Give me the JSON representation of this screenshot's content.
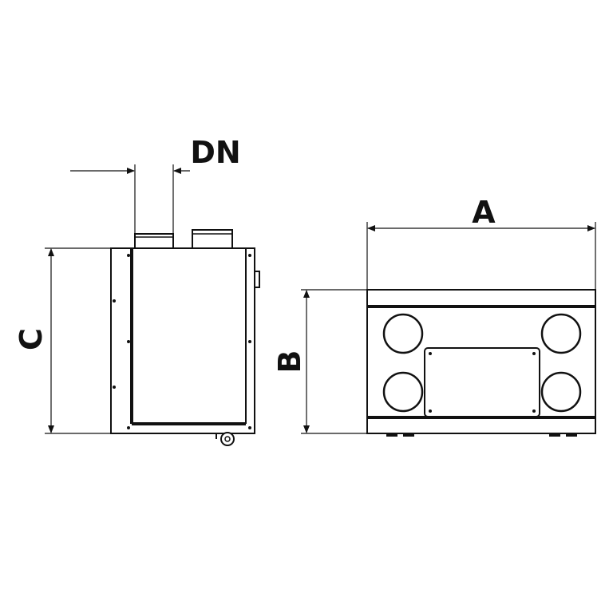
{
  "labels": {
    "dn": "DN",
    "a": "A",
    "b": "B",
    "c": "C"
  }
}
